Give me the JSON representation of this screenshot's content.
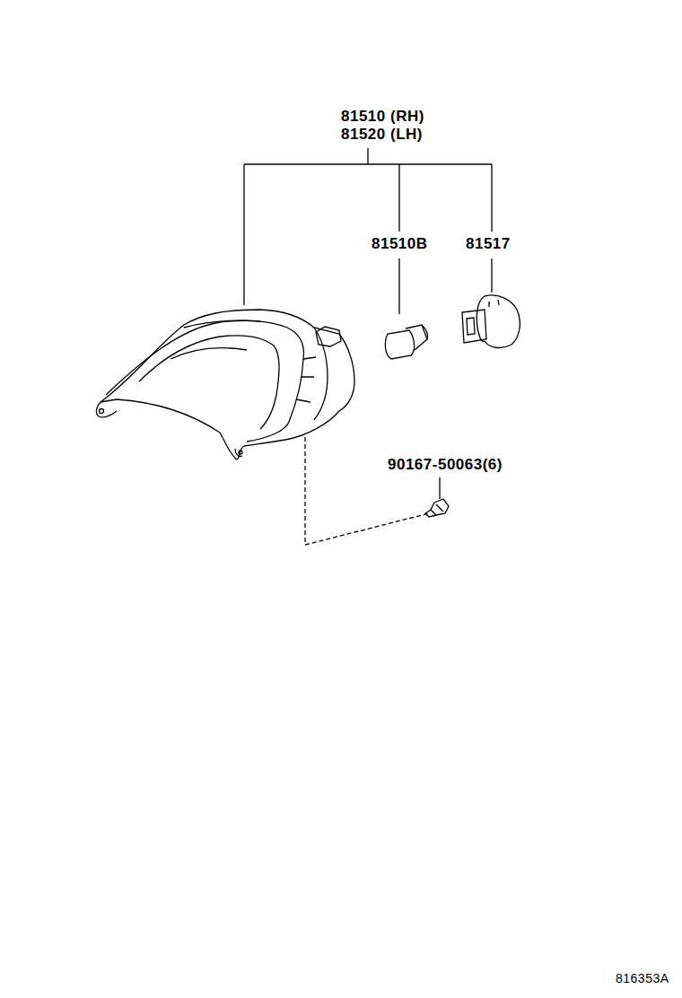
{
  "diagram": {
    "labels": [
      "81510 (RH)",
      "81520 (LH)",
      "81510B",
      "81517",
      "90167-50063(6)",
      "816353A"
    ]
  }
}
